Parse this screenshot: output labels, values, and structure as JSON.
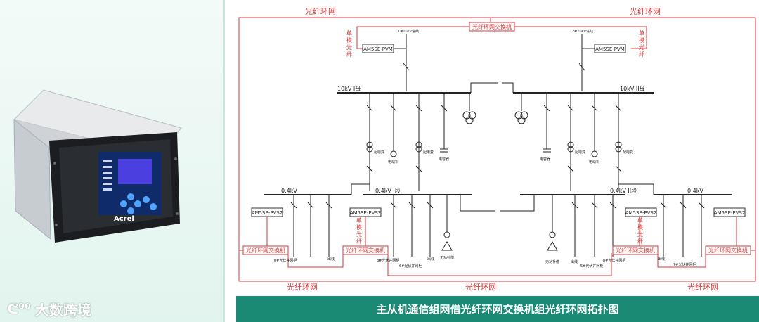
{
  "ring_label": "光纤环网",
  "switch_label": "光纤环网交换机",
  "single_mode_fiber": [
    "单",
    "模",
    "光",
    "纤"
  ],
  "pvm_label": "AM5SE-PVM",
  "pvs_label": "AM5SE-PVS2",
  "incoming_left": "1#10kV进线",
  "incoming_right": "2#10kV进线",
  "bus_10kv_i": "10kV I母",
  "bus_10kv_ii": "10kV II母",
  "bus_04kv": "0.4kV",
  "bus_04kv_i": "0.4kV I段",
  "bus_04kv_ii": "0.4kV II段",
  "feeder_transformer": "配电变",
  "motor": "电动机",
  "capacitor": "电容器",
  "comp": "无功补偿",
  "outgoing": "出线",
  "feeders": [
    "0#光伏并网柜",
    "3#光伏并网柜",
    "6#光伏并网柜",
    "5#光伏并网柜",
    "8#光伏并网柜",
    "7#光伏并网柜"
  ],
  "device_brand": "Acrel",
  "watermark": "大数跨境",
  "banner_title": "主从机通信组网借光纤环网交换机组光纤环网拓扑图",
  "colors": {
    "fiber": "#d93a3a",
    "banner": "#1a8a74",
    "lcd": "#4b3fe0"
  }
}
